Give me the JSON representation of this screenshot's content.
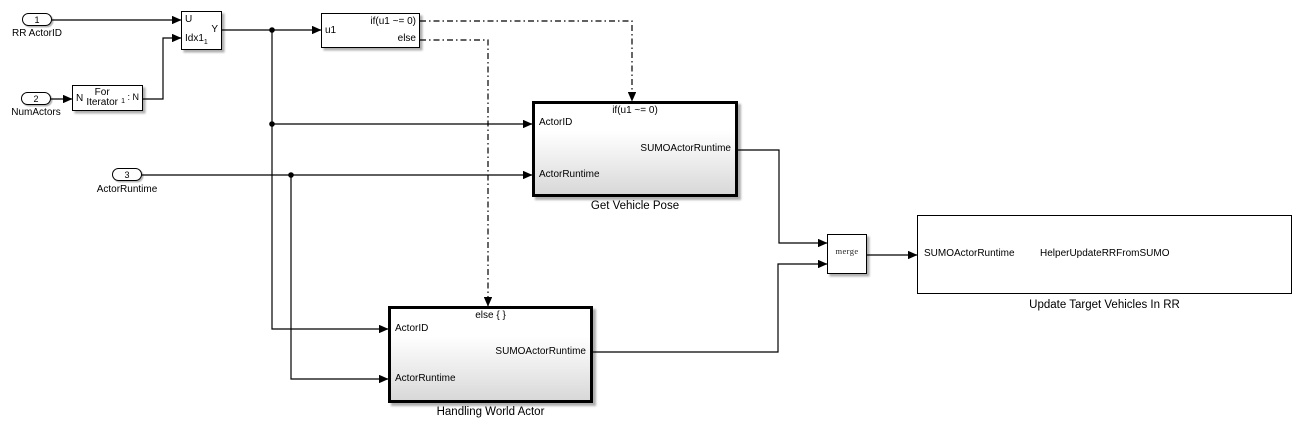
{
  "colors": {
    "background": "#ffffff",
    "line": "#000000",
    "subsystem_gradient_top": "#ffffff",
    "subsystem_gradient_bottom": "#d8d8d8"
  },
  "inports": [
    {
      "number": "1",
      "label": "RR ActorID"
    },
    {
      "number": "2",
      "label": "NumActors"
    },
    {
      "number": "3",
      "label": "ActorRuntime"
    }
  ],
  "selector": {
    "input_top": "U",
    "input_bottom": "Idx1",
    "input_bottom_sub": "1",
    "output": "Y"
  },
  "for_iterator": {
    "input": "N",
    "line1": "For",
    "line2": "Iterator",
    "output_sub": "1",
    "output": " : N"
  },
  "if_block": {
    "input": "u1",
    "output_if": "if(u1 ~= 0)",
    "output_else": "else"
  },
  "get_vehicle_pose": {
    "name": "Get Vehicle Pose",
    "action_label": "if(u1 ~= 0)",
    "inputs": [
      "ActorID",
      "ActorRuntime"
    ],
    "output": "SUMOActorRuntime"
  },
  "handling_world_actor": {
    "name": "Handling World Actor",
    "action_label": "else { }",
    "inputs": [
      "ActorID",
      "ActorRuntime"
    ],
    "output": "SUMOActorRuntime"
  },
  "merge_block": {
    "label": "merge"
  },
  "update_block": {
    "name": "Update Target Vehicles In RR",
    "input": "SUMOActorRuntime",
    "function_label": "HelperUpdateRRFromSUMO"
  }
}
